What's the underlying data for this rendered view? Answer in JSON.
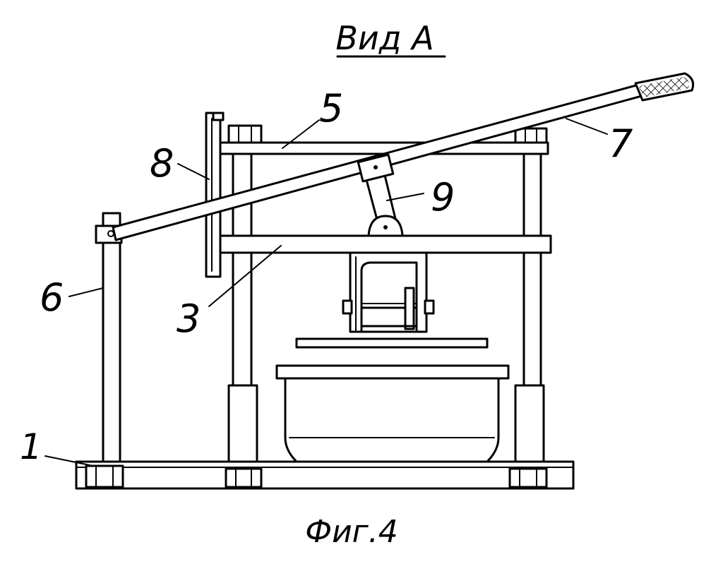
{
  "figure": {
    "view_title": "Вид А",
    "caption": "Фиг.4",
    "callouts": [
      {
        "id": "1",
        "label": "1"
      },
      {
        "id": "3",
        "label": "3"
      },
      {
        "id": "5",
        "label": "5"
      },
      {
        "id": "6",
        "label": "6"
      },
      {
        "id": "7",
        "label": "7"
      },
      {
        "id": "8",
        "label": "8"
      },
      {
        "id": "9",
        "label": "9"
      }
    ],
    "colors": {
      "ink": "#000000",
      "paper": "#ffffff"
    }
  }
}
